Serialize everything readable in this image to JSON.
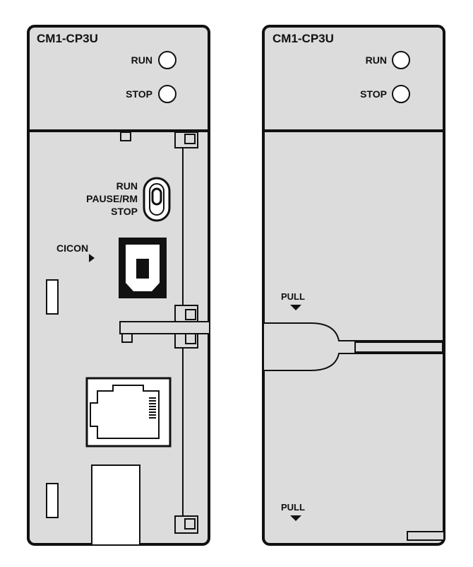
{
  "colors": {
    "body": "#dcdcdc",
    "outline": "#111111",
    "background": "#ffffff"
  },
  "module_open": {
    "model": "CM1-CP3U",
    "led_run": "RUN",
    "led_stop": "STOP",
    "switch_run": "RUN",
    "switch_pause": "PAUSE/RM",
    "switch_stop": "STOP",
    "port_label": "CICON"
  },
  "module_closed": {
    "model": "CM1-CP3U",
    "led_run": "RUN",
    "led_stop": "STOP",
    "pull_top": "PULL",
    "pull_bottom": "PULL"
  }
}
